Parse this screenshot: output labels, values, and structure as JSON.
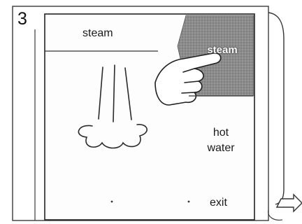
{
  "step": {
    "number": "3"
  },
  "screen": {
    "title": "steam",
    "key_label": "steam",
    "menu": {
      "hot_water_lines": [
        "hot",
        "water"
      ],
      "exit": "exit"
    }
  },
  "icons": [
    "pointing-hand-icon",
    "steam-icon",
    "arrow-icon"
  ],
  "colors": {
    "line": "#333333",
    "key_fill": "#7f7f7f",
    "background": "#ffffff"
  }
}
